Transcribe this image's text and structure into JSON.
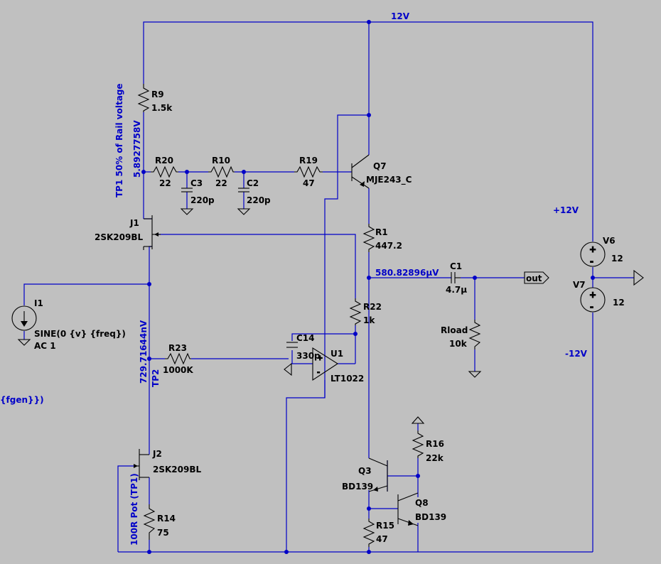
{
  "colors": {
    "background": "#c0c0c0",
    "wire": "#0000c8",
    "part": "#000000"
  },
  "nets": {
    "rail_top": "12V",
    "tp1_label": "TP1  50% of Rail voltage",
    "tp1_voltage": "5.892775​8V",
    "tp2_label": "TP2",
    "tp2_voltage": "729.71644nV",
    "out_voltage": "580.82896μV",
    "pos_rail": "+12V",
    "neg_rail": "-12V",
    "fgen": "{fgen}})",
    "pot_label": "100R Pot (TP1)",
    "out_port": "out"
  },
  "components": {
    "R9": {
      "ref": "R9",
      "value": "1.5k"
    },
    "R20": {
      "ref": "R20",
      "value": "22"
    },
    "R10": {
      "ref": "R10",
      "value": "22"
    },
    "R19": {
      "ref": "R19",
      "value": "47"
    },
    "C3": {
      "ref": "C3",
      "value": "220p"
    },
    "C2": {
      "ref": "C2",
      "value": "220p"
    },
    "Q7": {
      "ref": "Q7",
      "value": "MJE243_C"
    },
    "R1": {
      "ref": "R1",
      "value": "447.2"
    },
    "J1": {
      "ref": "J1",
      "value": "2SK209BL"
    },
    "I1": {
      "ref": "I1",
      "value": "SINE(0 {v} {freq})",
      "ac": "AC 1"
    },
    "R22": {
      "ref": "R22",
      "value": "1k"
    },
    "C14": {
      "ref": "C14",
      "value": "330p"
    },
    "U1": {
      "ref": "U1",
      "value": "LT1022"
    },
    "R23": {
      "ref": "R23",
      "value": "1000K"
    },
    "C1": {
      "ref": "C1",
      "value": "4.7μ"
    },
    "Rload": {
      "ref": "Rload",
      "value": "10k"
    },
    "V6": {
      "ref": "V6",
      "value": "12"
    },
    "V7": {
      "ref": "V7",
      "value": "12"
    },
    "J2": {
      "ref": "J2",
      "value": "2SK209BL"
    },
    "R14": {
      "ref": "R14",
      "value": "75"
    },
    "R16": {
      "ref": "R16",
      "value": "22k"
    },
    "Q3": {
      "ref": "Q3",
      "value": "BD139"
    },
    "Q8": {
      "ref": "Q8",
      "value": "BD139"
    },
    "R15": {
      "ref": "R15",
      "value": "47"
    }
  }
}
